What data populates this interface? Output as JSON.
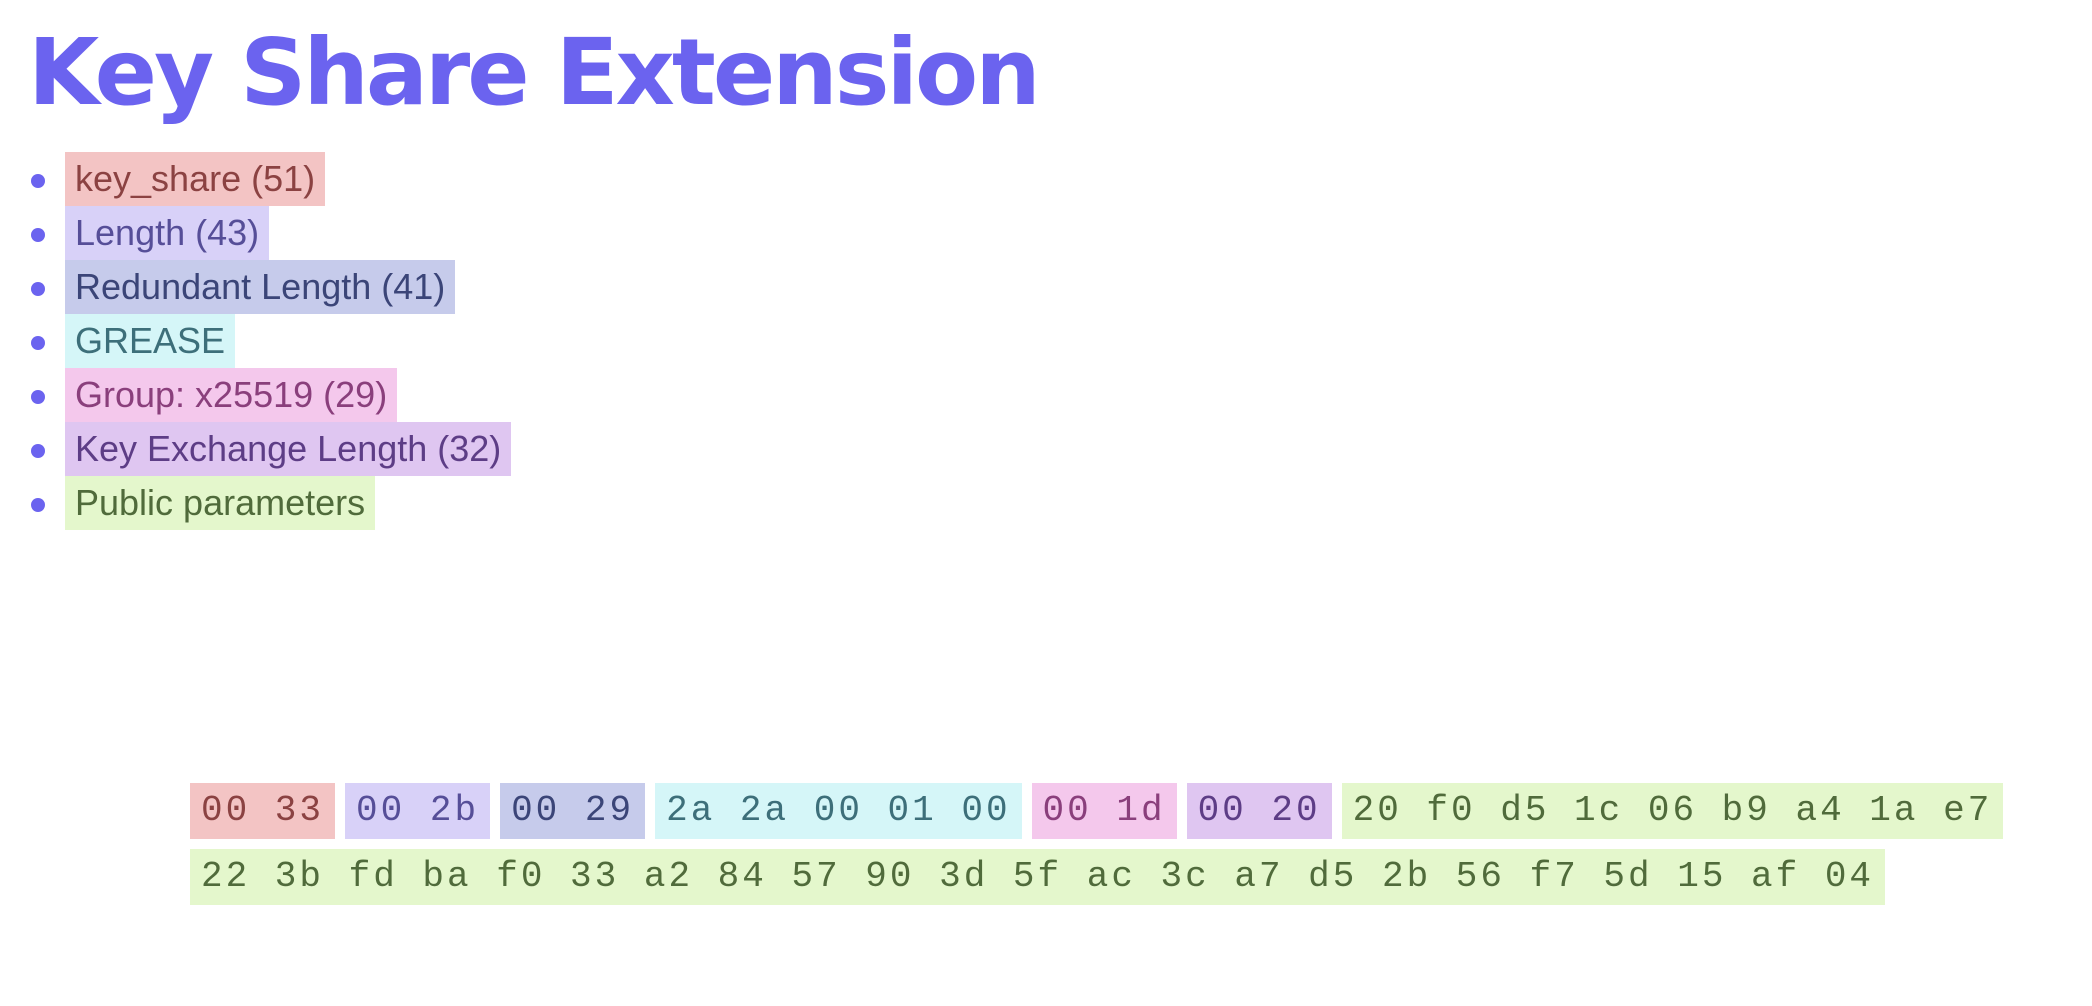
{
  "title": "Key Share Extension",
  "colors": {
    "title": "#6b63ef",
    "key_share": "#f3c4c4",
    "length": "#d8d1f8",
    "redundant_length": "#c6cbeb",
    "grease": "#d5f6f8",
    "group": "#f4c8ec",
    "key_exchange_length": "#dfc6f1",
    "public_parameters": "#e4f7cc"
  },
  "legend": [
    {
      "label": "key_share (51)"
    },
    {
      "label": "Length (43)"
    },
    {
      "label": "Redundant Length (41)"
    },
    {
      "label": "GREASE"
    },
    {
      "label": "Group: x25519 (29)"
    },
    {
      "label": "Key Exchange Length (32)"
    },
    {
      "label": "Public parameters"
    }
  ],
  "hex": {
    "row1": [
      {
        "bytes": "00 33"
      },
      {
        "bytes": "00 2b"
      },
      {
        "bytes": "00 29"
      },
      {
        "bytes": "2a 2a 00 01 00"
      },
      {
        "bytes": "00 1d"
      },
      {
        "bytes": "00 20"
      },
      {
        "bytes": "20 f0 d5 1c 06 b9 a4 1a e7"
      }
    ],
    "row2": [
      {
        "bytes": "22 3b fd ba f0 33 a2 84 57 90 3d 5f ac 3c a7 d5 2b 56 f7 5d 15 af 04"
      }
    ]
  }
}
